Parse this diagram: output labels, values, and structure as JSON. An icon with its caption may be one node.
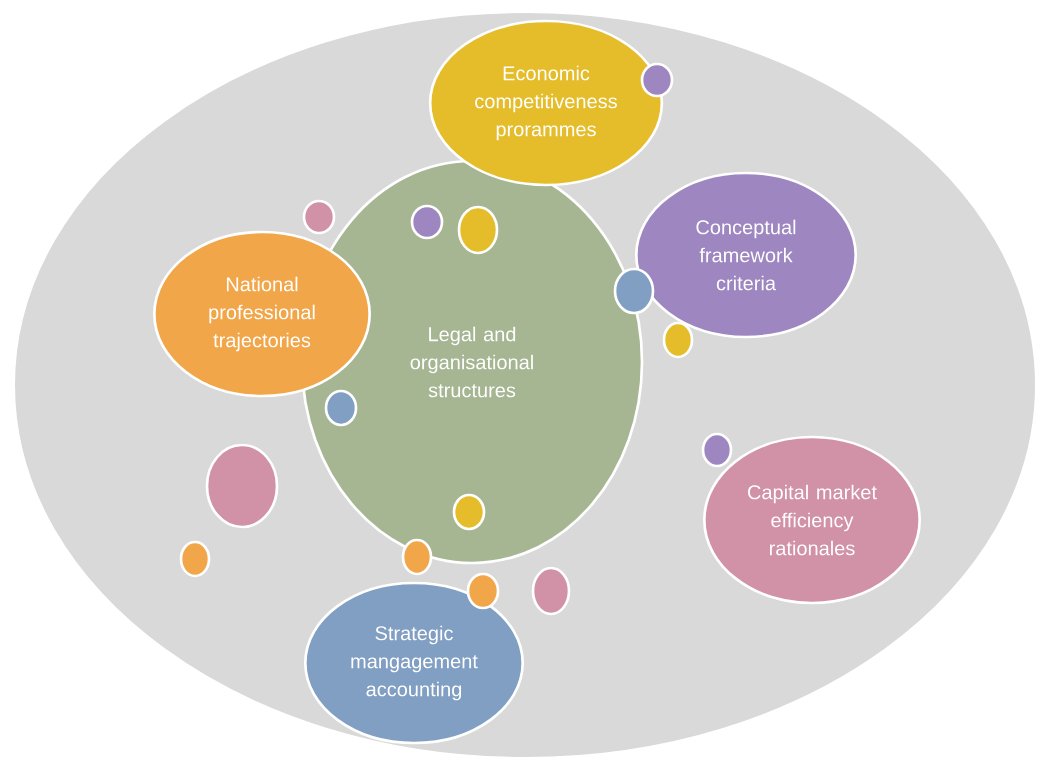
{
  "diagram": {
    "nodes": [
      {
        "text": [],
        "shape": "circle"
      },
      {
        "text": [
          "Economic competitiveness prorammes"
        ],
        "in": 0
      },
      {
        "text": [],
        "shape": "circle",
        "in": 0
      },
      {
        "text": [
          "Legal and organisational structures"
        ],
        "in": 0
      },
      {
        "text": [],
        "shape": "circle",
        "in": 0
      },
      {
        "text": [],
        "shape": "circle",
        "in": 3
      },
      {
        "text": [],
        "shape": "circle",
        "in": 3
      },
      {
        "text": [
          "Conceptual framework criteria"
        ],
        "in": 0
      },
      {
        "text": [],
        "shape": "circle",
        "in": 0
      },
      {
        "text": [
          "National professional trajectories"
        ],
        "in": 0
      },
      {
        "text": [],
        "shape": "circle",
        "in": 0
      },
      {
        "text": [],
        "shape": "circle",
        "in": 3
      },
      {
        "text": [],
        "shape": "circle",
        "in": 0
      },
      {
        "text": [],
        "shape": "circle",
        "in": 0
      },
      {
        "text": [
          "Capital market efficiency rationales"
        ],
        "in": 0
      },
      {
        "text": [],
        "shape": "circle",
        "in": 3
      },
      {
        "text": [],
        "shape": "circle",
        "in": 0
      },
      {
        "text": [],
        "shape": "circle",
        "in": 0
      },
      {
        "text": [],
        "shape": "circle",
        "in": 0
      },
      {
        "text": [],
        "shape": "circle",
        "in": 0
      },
      {
        "text": [
          "Strategic mangagement accounting"
        ],
        "in": 0
      }
    ]
  }
}
